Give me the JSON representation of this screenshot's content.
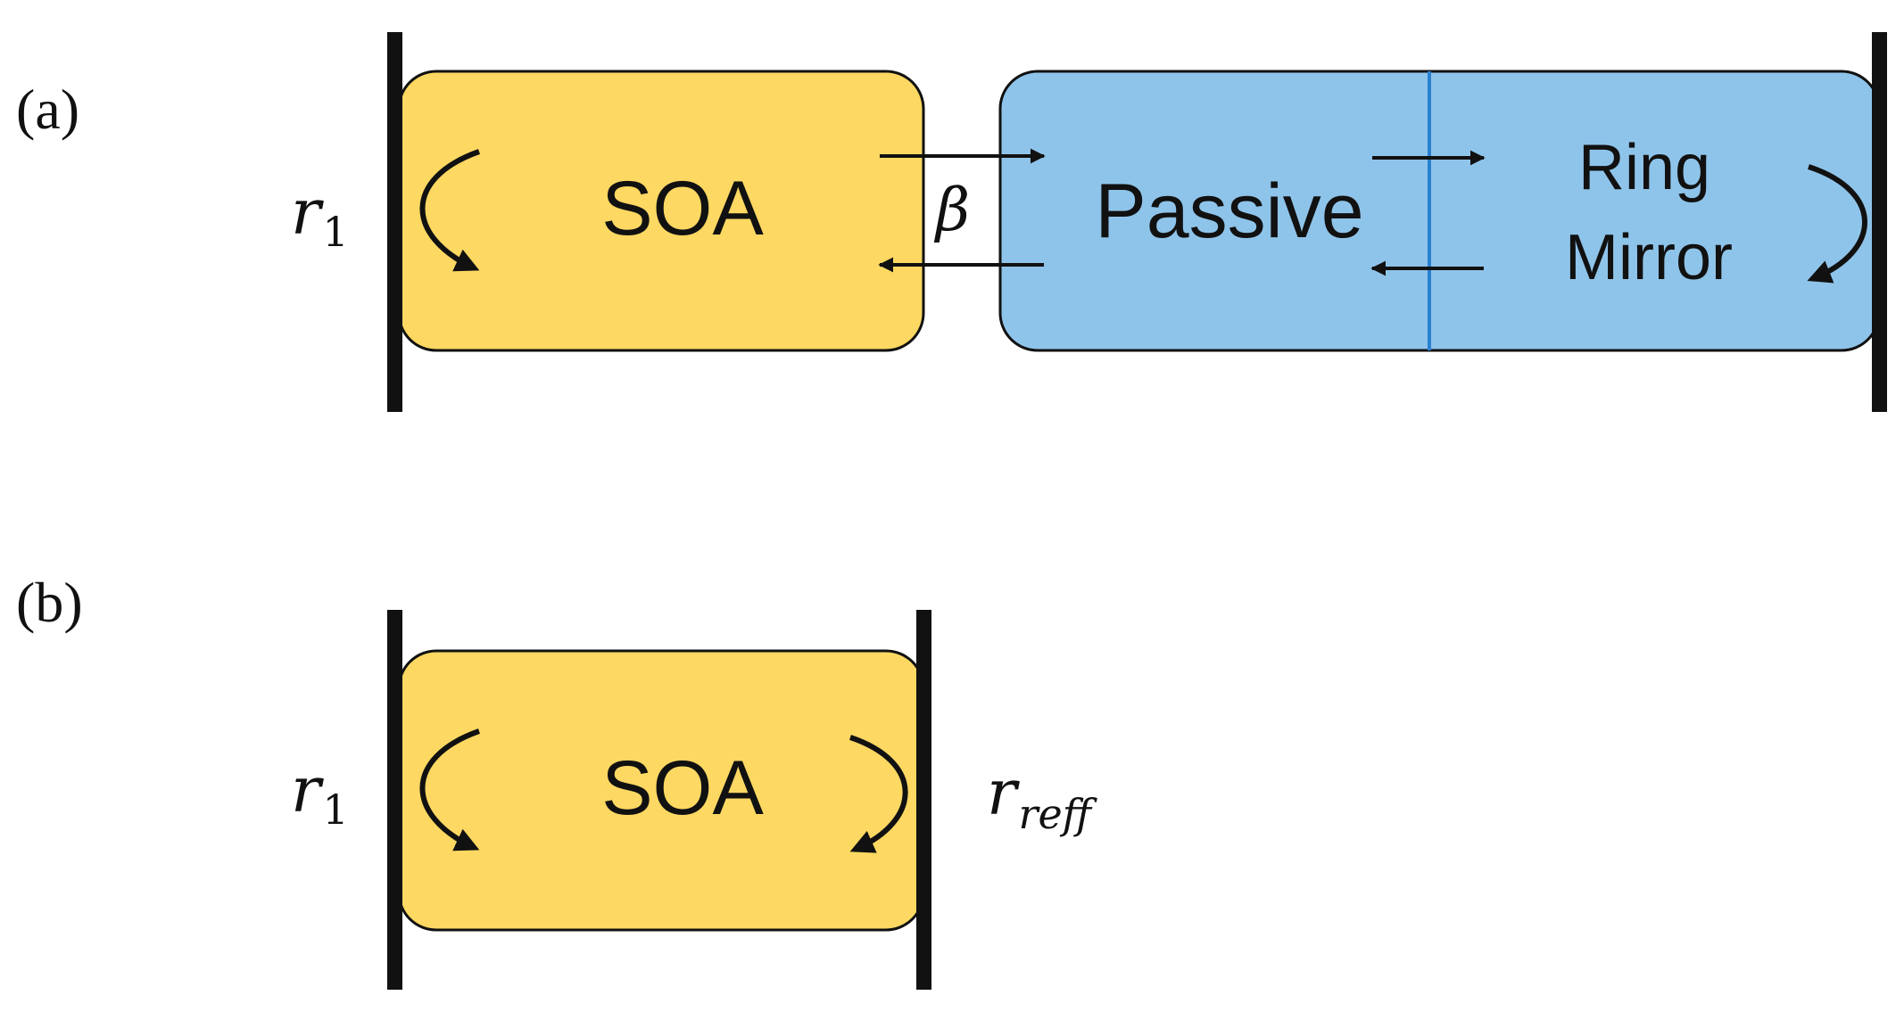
{
  "panels": {
    "a": {
      "label": "(a)",
      "soa_label": "SOA",
      "passive_label": "Passive",
      "ring_mirror_line1": "Ring",
      "ring_mirror_line2": "Mirror",
      "beta_symbol": "β",
      "r1_main": "r",
      "r1_sub": "1"
    },
    "b": {
      "label": "(b)",
      "soa_label": "SOA",
      "r1_main": "r",
      "r1_sub": "1",
      "reff_main": "r",
      "reff_sub": "reff"
    }
  },
  "colors": {
    "soa_fill": "#FDD862",
    "passive_fill": "#8FC4EA",
    "divider": "#2A7FD0",
    "mirror": "#111111"
  }
}
